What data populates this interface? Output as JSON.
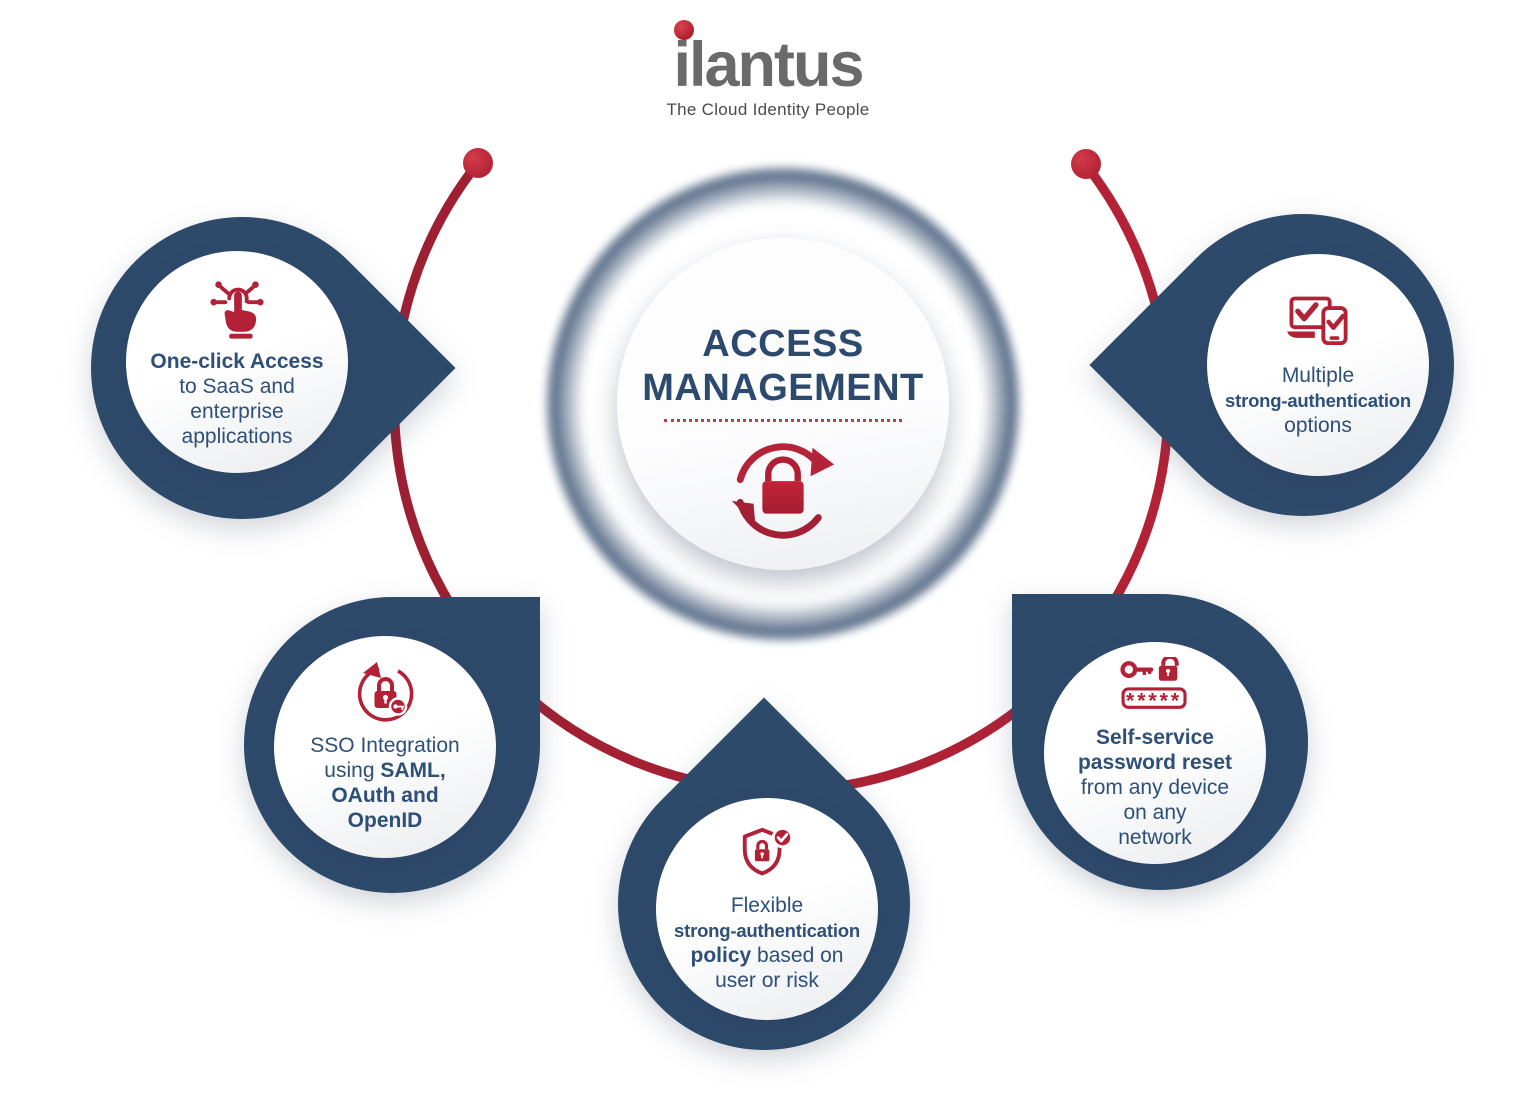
{
  "logo": {
    "brand": "ilantus",
    "tagline": "The Cloud Identity People"
  },
  "center": {
    "title_line1": "ACCESS",
    "title_line2": "MANAGEMENT",
    "icon": "lock-sync-icon"
  },
  "colors": {
    "navy": "#2e4a6b",
    "crimson_arc": "#a82134",
    "icon_red": "#b22136",
    "text_navy": "#2e4f78",
    "title_navy": "#2c4a6e",
    "logo_gray": "#6a6a6a"
  },
  "nodes": [
    {
      "name": "one-click-access",
      "icon": "tap-network-icon",
      "lines": [
        [
          {
            "t": "One-click Access",
            "b": 1
          }
        ],
        [
          {
            "t": "to SaaS and",
            "b": 0
          }
        ],
        [
          {
            "t": "enterprise",
            "b": 0
          }
        ],
        [
          {
            "t": "applications",
            "b": 0
          }
        ]
      ]
    },
    {
      "name": "multiple-strong-authentication",
      "icon": "devices-check-icon",
      "lines": [
        [
          {
            "t": "Multiple",
            "b": 0
          }
        ],
        [
          {
            "t": "strong-authentication",
            "b": 1
          }
        ],
        [
          {
            "t": "options",
            "b": 0
          }
        ]
      ]
    },
    {
      "name": "sso-integration",
      "icon": "sso-lock-key-icon",
      "lines": [
        [
          {
            "t": "SSO Integration",
            "b": 0
          }
        ],
        [
          {
            "t": "using ",
            "b": 0
          },
          {
            "t": "SAML,",
            "b": 1
          }
        ],
        [
          {
            "t": "OAuth and",
            "b": 1
          }
        ],
        [
          {
            "t": "OpenID",
            "b": 1
          }
        ]
      ]
    },
    {
      "name": "flexible-strong-authentication-policy",
      "icon": "shield-lock-check-icon",
      "lines": [
        [
          {
            "t": "Flexible",
            "b": 0
          }
        ],
        [
          {
            "t": "strong-authentication",
            "b": 1
          }
        ],
        [
          {
            "t": "policy ",
            "b": 1
          },
          {
            "t": "based on",
            "b": 0
          }
        ],
        [
          {
            "t": "user or risk",
            "b": 0
          }
        ]
      ]
    },
    {
      "name": "self-service-password-reset",
      "icon": "key-lock-password-icon",
      "password_mask": "*****",
      "lines": [
        [
          {
            "t": "Self-service",
            "b": 1
          }
        ],
        [
          {
            "t": "password reset",
            "b": 1
          }
        ],
        [
          {
            "t": "from any device",
            "b": 0
          }
        ],
        [
          {
            "t": "on any",
            "b": 0
          }
        ],
        [
          {
            "t": "network",
            "b": 0
          }
        ]
      ]
    }
  ]
}
